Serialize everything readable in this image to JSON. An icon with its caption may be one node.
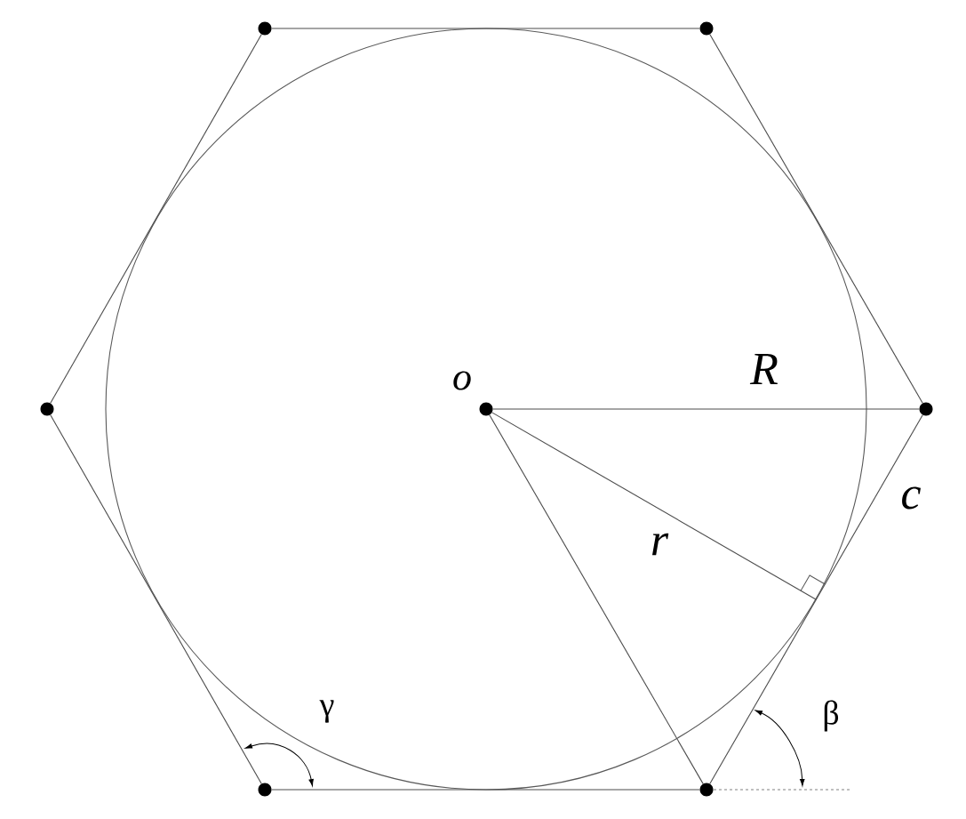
{
  "diagram": {
    "nodes": [
      {
        "text": [],
        "shape": "circle"
      },
      {
        "text": [],
        "shape": "circle"
      },
      {
        "text": [],
        "shape": "circle"
      },
      {
        "text": [],
        "shape": "circle",
        "beside": [
          "o"
        ]
      },
      {
        "text": [],
        "shape": "circle"
      },
      {
        "text": [],
        "shape": "circle"
      },
      {
        "text": [],
        "shape": "circle"
      }
    ],
    "edges": [
      {
        "from": 0,
        "to": 1,
        "arrow": "none"
      },
      {
        "from": 1,
        "to": 4,
        "arrow": "none"
      },
      {
        "from": 4,
        "to": 6,
        "arrow": "none",
        "label": "c"
      },
      {
        "from": 6,
        "to": 5,
        "arrow": "none"
      },
      {
        "from": 5,
        "to": 2,
        "arrow": "none"
      },
      {
        "from": 2,
        "to": 0,
        "arrow": "none"
      },
      {
        "from": 3,
        "to": 4,
        "arrow": "none",
        "label": "R"
      },
      {
        "from": 3,
        "to": 6,
        "arrow": "none"
      },
      {
        "from": 3,
        "to": null,
        "arrow": "none",
        "label": "r"
      }
    ],
    "labels": [
      "γ",
      "β"
    ]
  }
}
